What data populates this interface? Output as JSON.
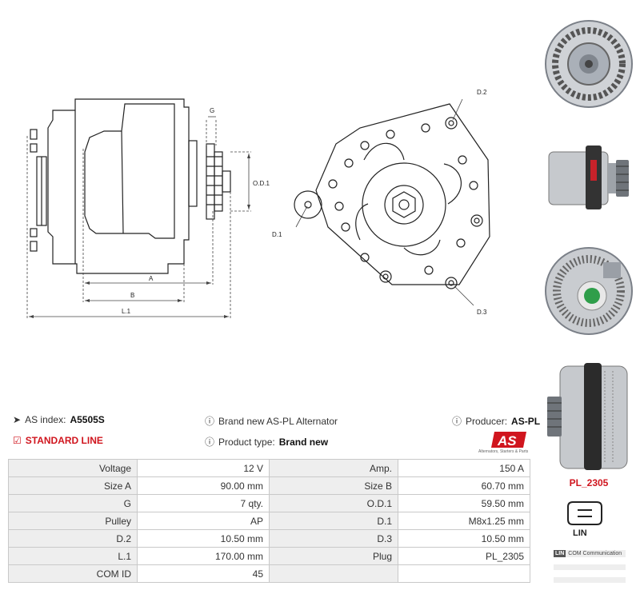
{
  "drawing": {
    "labels": {
      "G": "G",
      "OD1": "O.D.1",
      "A": "A",
      "B": "B",
      "L1": "L.1",
      "D1": "D.1",
      "D2": "D.2",
      "D3": "D.3"
    }
  },
  "info": {
    "as_index_label": "AS index:",
    "as_index_value": "A5505S",
    "line": "STANDARD LINE",
    "brand_text": "Brand new AS-PL Alternator",
    "product_type_label": "Product type:",
    "product_type_value": "Brand new",
    "producer_label": "Producer:",
    "producer_value": "AS-PL",
    "logo_text": "AS",
    "logo_subtitle": "Alternators, Starters & Parts"
  },
  "specs": [
    [
      "Voltage",
      "12 V",
      "Amp.",
      "150 A"
    ],
    [
      "Size A",
      "90.00 mm",
      "Size B",
      "60.70 mm"
    ],
    [
      "G",
      "7 qty.",
      "O.D.1",
      "59.50 mm"
    ],
    [
      "Pulley",
      "AP",
      "D.1",
      "M8x1.25 mm"
    ],
    [
      "D.2",
      "10.50 mm",
      "D.3",
      "10.50 mm"
    ],
    [
      "L.1",
      "170.00 mm",
      "Plug",
      "PL_2305"
    ],
    [
      "COM ID",
      "45",
      "",
      ""
    ]
  ],
  "plug": {
    "code": "PL_2305",
    "type": "LIN",
    "comm_code": "LIN",
    "comm_text": "COM Communication"
  },
  "colors": {
    "accent": "#d0151e",
    "label_bg": "#eeeeee",
    "border": "#c9c9c9"
  }
}
